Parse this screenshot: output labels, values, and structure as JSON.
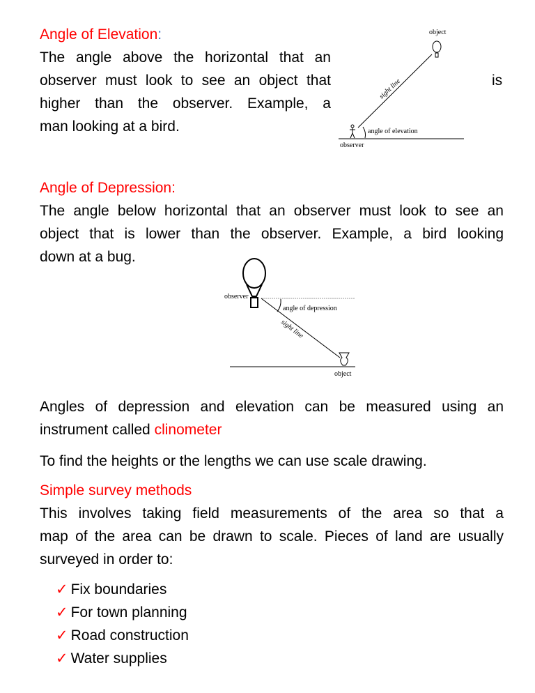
{
  "elevation": {
    "heading": "Angle of Elevation",
    "colon": ":",
    "lines": [
      "The angle above the horizontal that an",
      "observer must look to see an object that",
      "higher than the observer. Example, a",
      "man looking at a bird."
    ],
    "trailing_word": "is",
    "diagram": {
      "object": "object",
      "sight_line": "sight line",
      "angle": "angle of elevation",
      "observer": "observer"
    }
  },
  "depression": {
    "heading": "Angle of Depression:",
    "lines": [
      "The angle below horizontal that an observer must look to see an",
      "object that is lower than the observer. Example, a bird looking",
      "down at a bug."
    ],
    "diagram": {
      "observer": "observer",
      "angle": "angle of depression",
      "sight_line": "sight line",
      "object": "object"
    }
  },
  "measure": {
    "lines": [
      "Angles of depression and elevation can be measured using an",
      "instrument called "
    ],
    "term": "clinometer"
  },
  "scale": "To find the heights or the lengths we can use scale drawing.",
  "survey": {
    "heading": "Simple survey methods",
    "lines": [
      "This involves taking field measurements of the area so that a",
      "map of the area can be drawn to scale. Pieces of land are usually",
      "surveyed in order to:"
    ],
    "check": "✓",
    "items": [
      "Fix boundaries",
      "For town planning",
      "Road construction",
      "Water supplies"
    ]
  }
}
